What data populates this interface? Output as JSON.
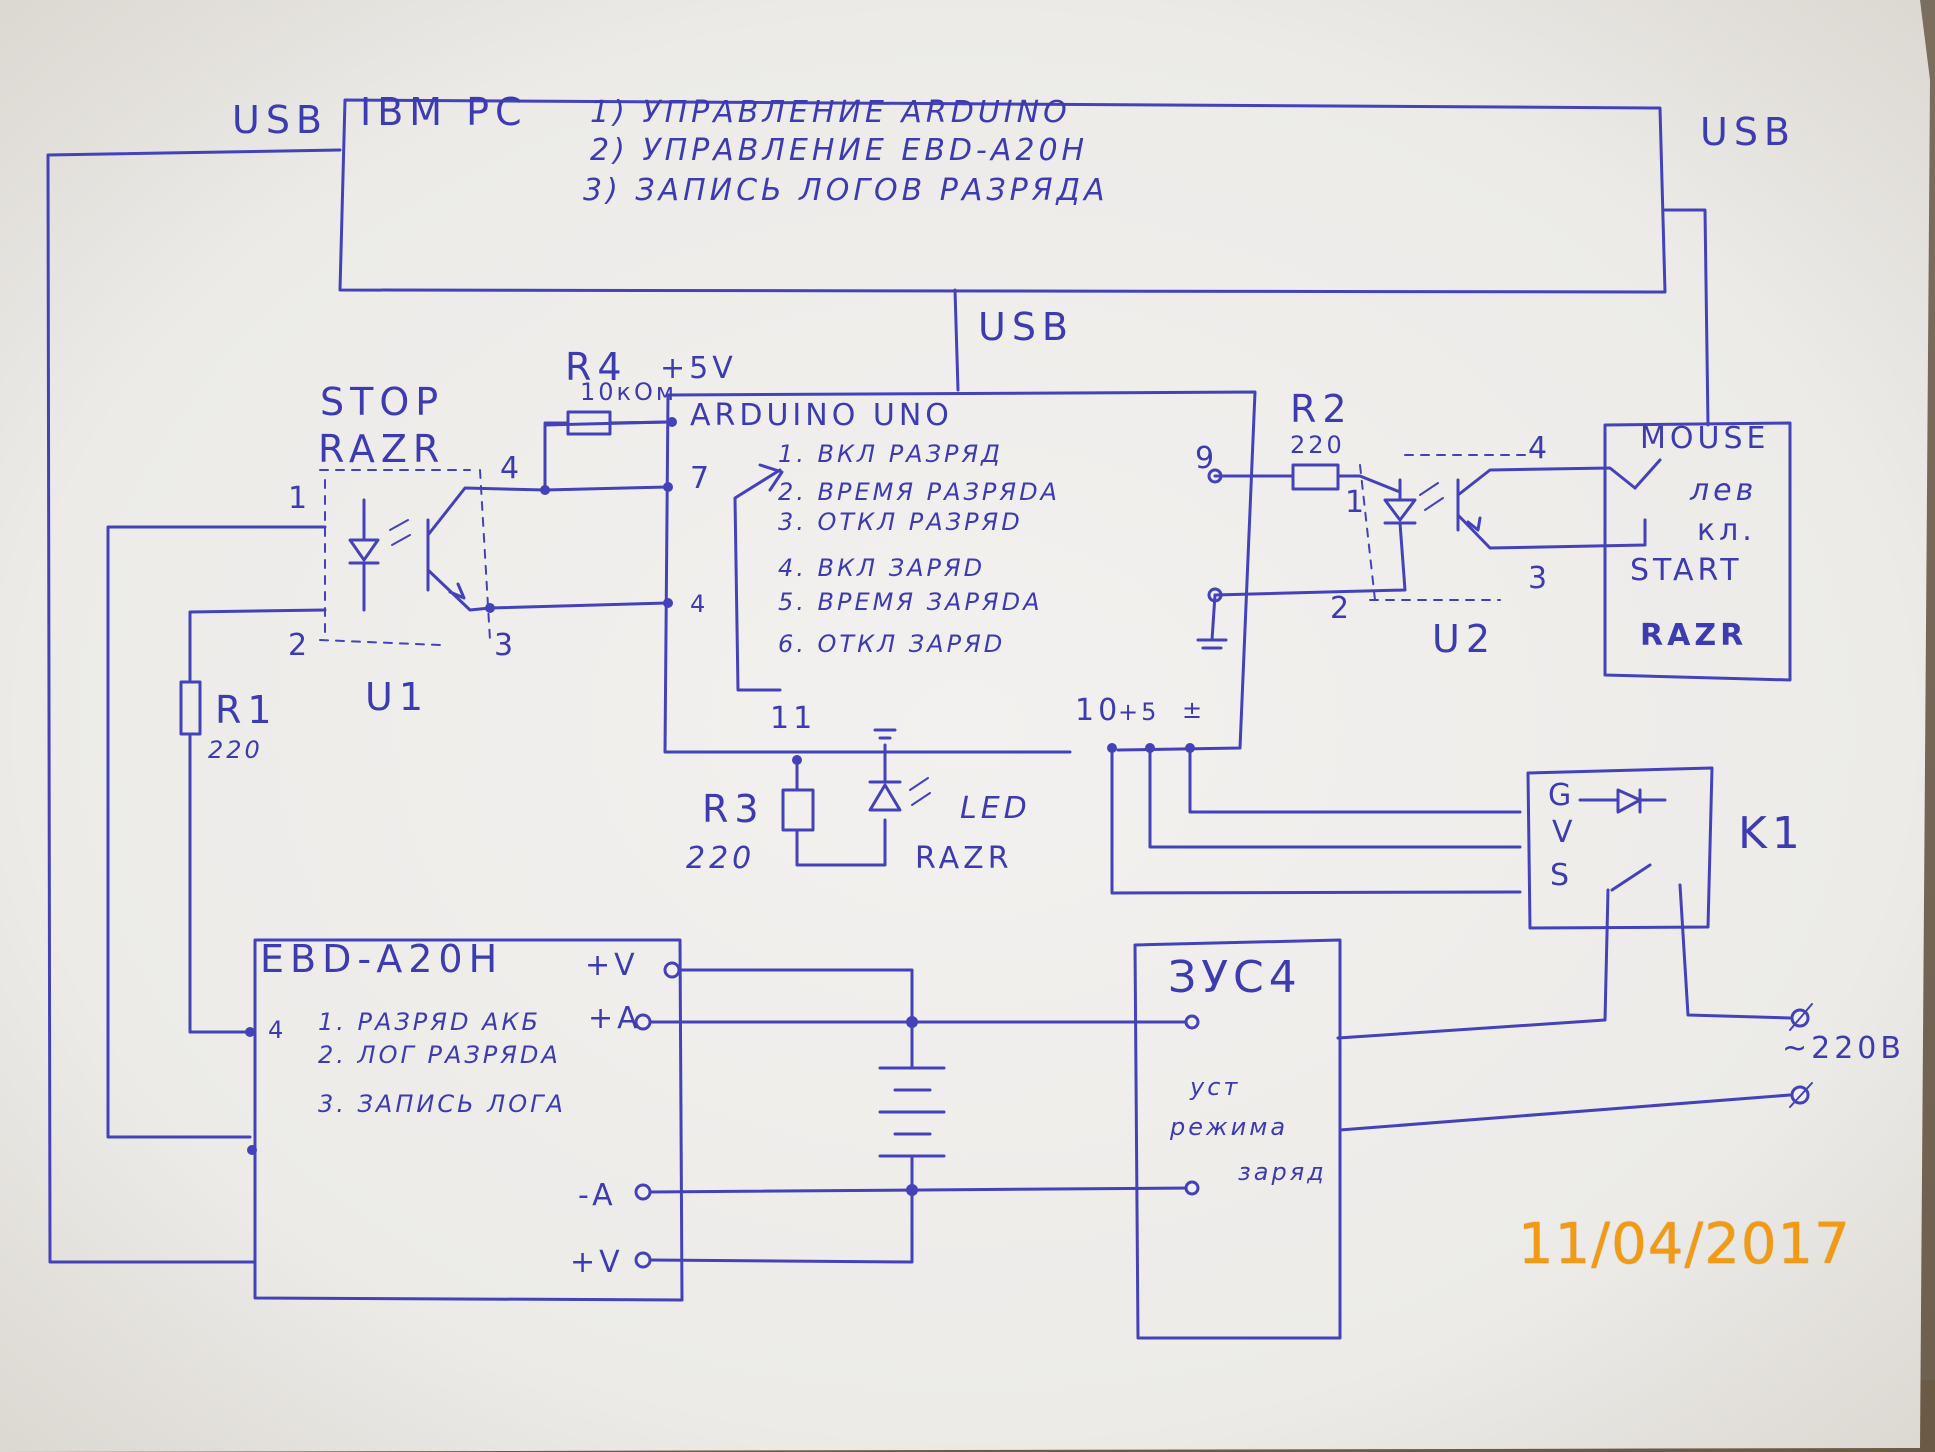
{
  "pc": {
    "usb_left": "USB",
    "title": "IBM PC",
    "task1": "1) УПРАВЛЕНИЕ  ARDUINO",
    "task2": "2) УПРАВЛЕНИЕ  EBD-A20H",
    "task3": "3) ЗАПИСЬ ЛОГОВ РАЗРЯДА",
    "usb_right": "USB",
    "usb_mid": "USB"
  },
  "arduino": {
    "title": "ARDUINO UNO",
    "menu": [
      "1. ВКЛ РАЗРЯД",
      "2. ВРЕМЯ РАЗРЯDA",
      "3. ОТКЛ РАЗРЯD",
      "4. ВКЛ ЗАРЯD",
      "5. ВРЕМЯ ЗАРЯDA",
      "6. ОТКЛ ЗАРЯD"
    ],
    "pin7": "7",
    "pin4": "4",
    "pin9": "9",
    "pin11": "11",
    "pin10": "10",
    "plus5": "+5",
    "gnd": "±"
  },
  "r4": {
    "name": "R4",
    "value": "10кОм",
    "supply": "+5V"
  },
  "stop_razr": {
    "line1": "STOP",
    "line2": "RAZR"
  },
  "u1": {
    "name": "U1",
    "pin1": "1",
    "pin2": "2",
    "pin3": "3",
    "pin4": "4"
  },
  "r1": {
    "name": "R1",
    "value": "220"
  },
  "r2": {
    "name": "R2",
    "value": "220"
  },
  "u2": {
    "name": "U2",
    "pin1": "1",
    "pin2": "2",
    "pin3": "3",
    "pin4": "4"
  },
  "mouse": {
    "title": "MOUSE",
    "line1": "лев",
    "line2": "кл.",
    "line3": "START",
    "line4": "RAZR"
  },
  "r3": {
    "name": "R3",
    "value": "220"
  },
  "led": {
    "line1": "LED",
    "line2": "RAZR"
  },
  "k1": {
    "name": "K1",
    "g": "G",
    "v": "V",
    "s": "S"
  },
  "ebd": {
    "title": "EBD-A20H",
    "item1": "1. РАЗРЯD АКБ",
    "item2": "2. ЛОГ РАЗРЯDA",
    "item3": "3. ЗАПИСЬ ЛОГА",
    "pin4": "4",
    "plus_v": "+V",
    "plus_a": "+A",
    "minus_a": "-A",
    "plus_v2": "+V"
  },
  "charger": {
    "title": "ЗУС4",
    "line1": "уст",
    "line2": "режима",
    "line3": "заряд"
  },
  "mains": {
    "label": "~220В"
  },
  "date_stamp": "11/04/2017",
  "colors": {
    "ink": "#4442b8",
    "paper": "#f2f0ee",
    "stamp": "#f09a16"
  }
}
